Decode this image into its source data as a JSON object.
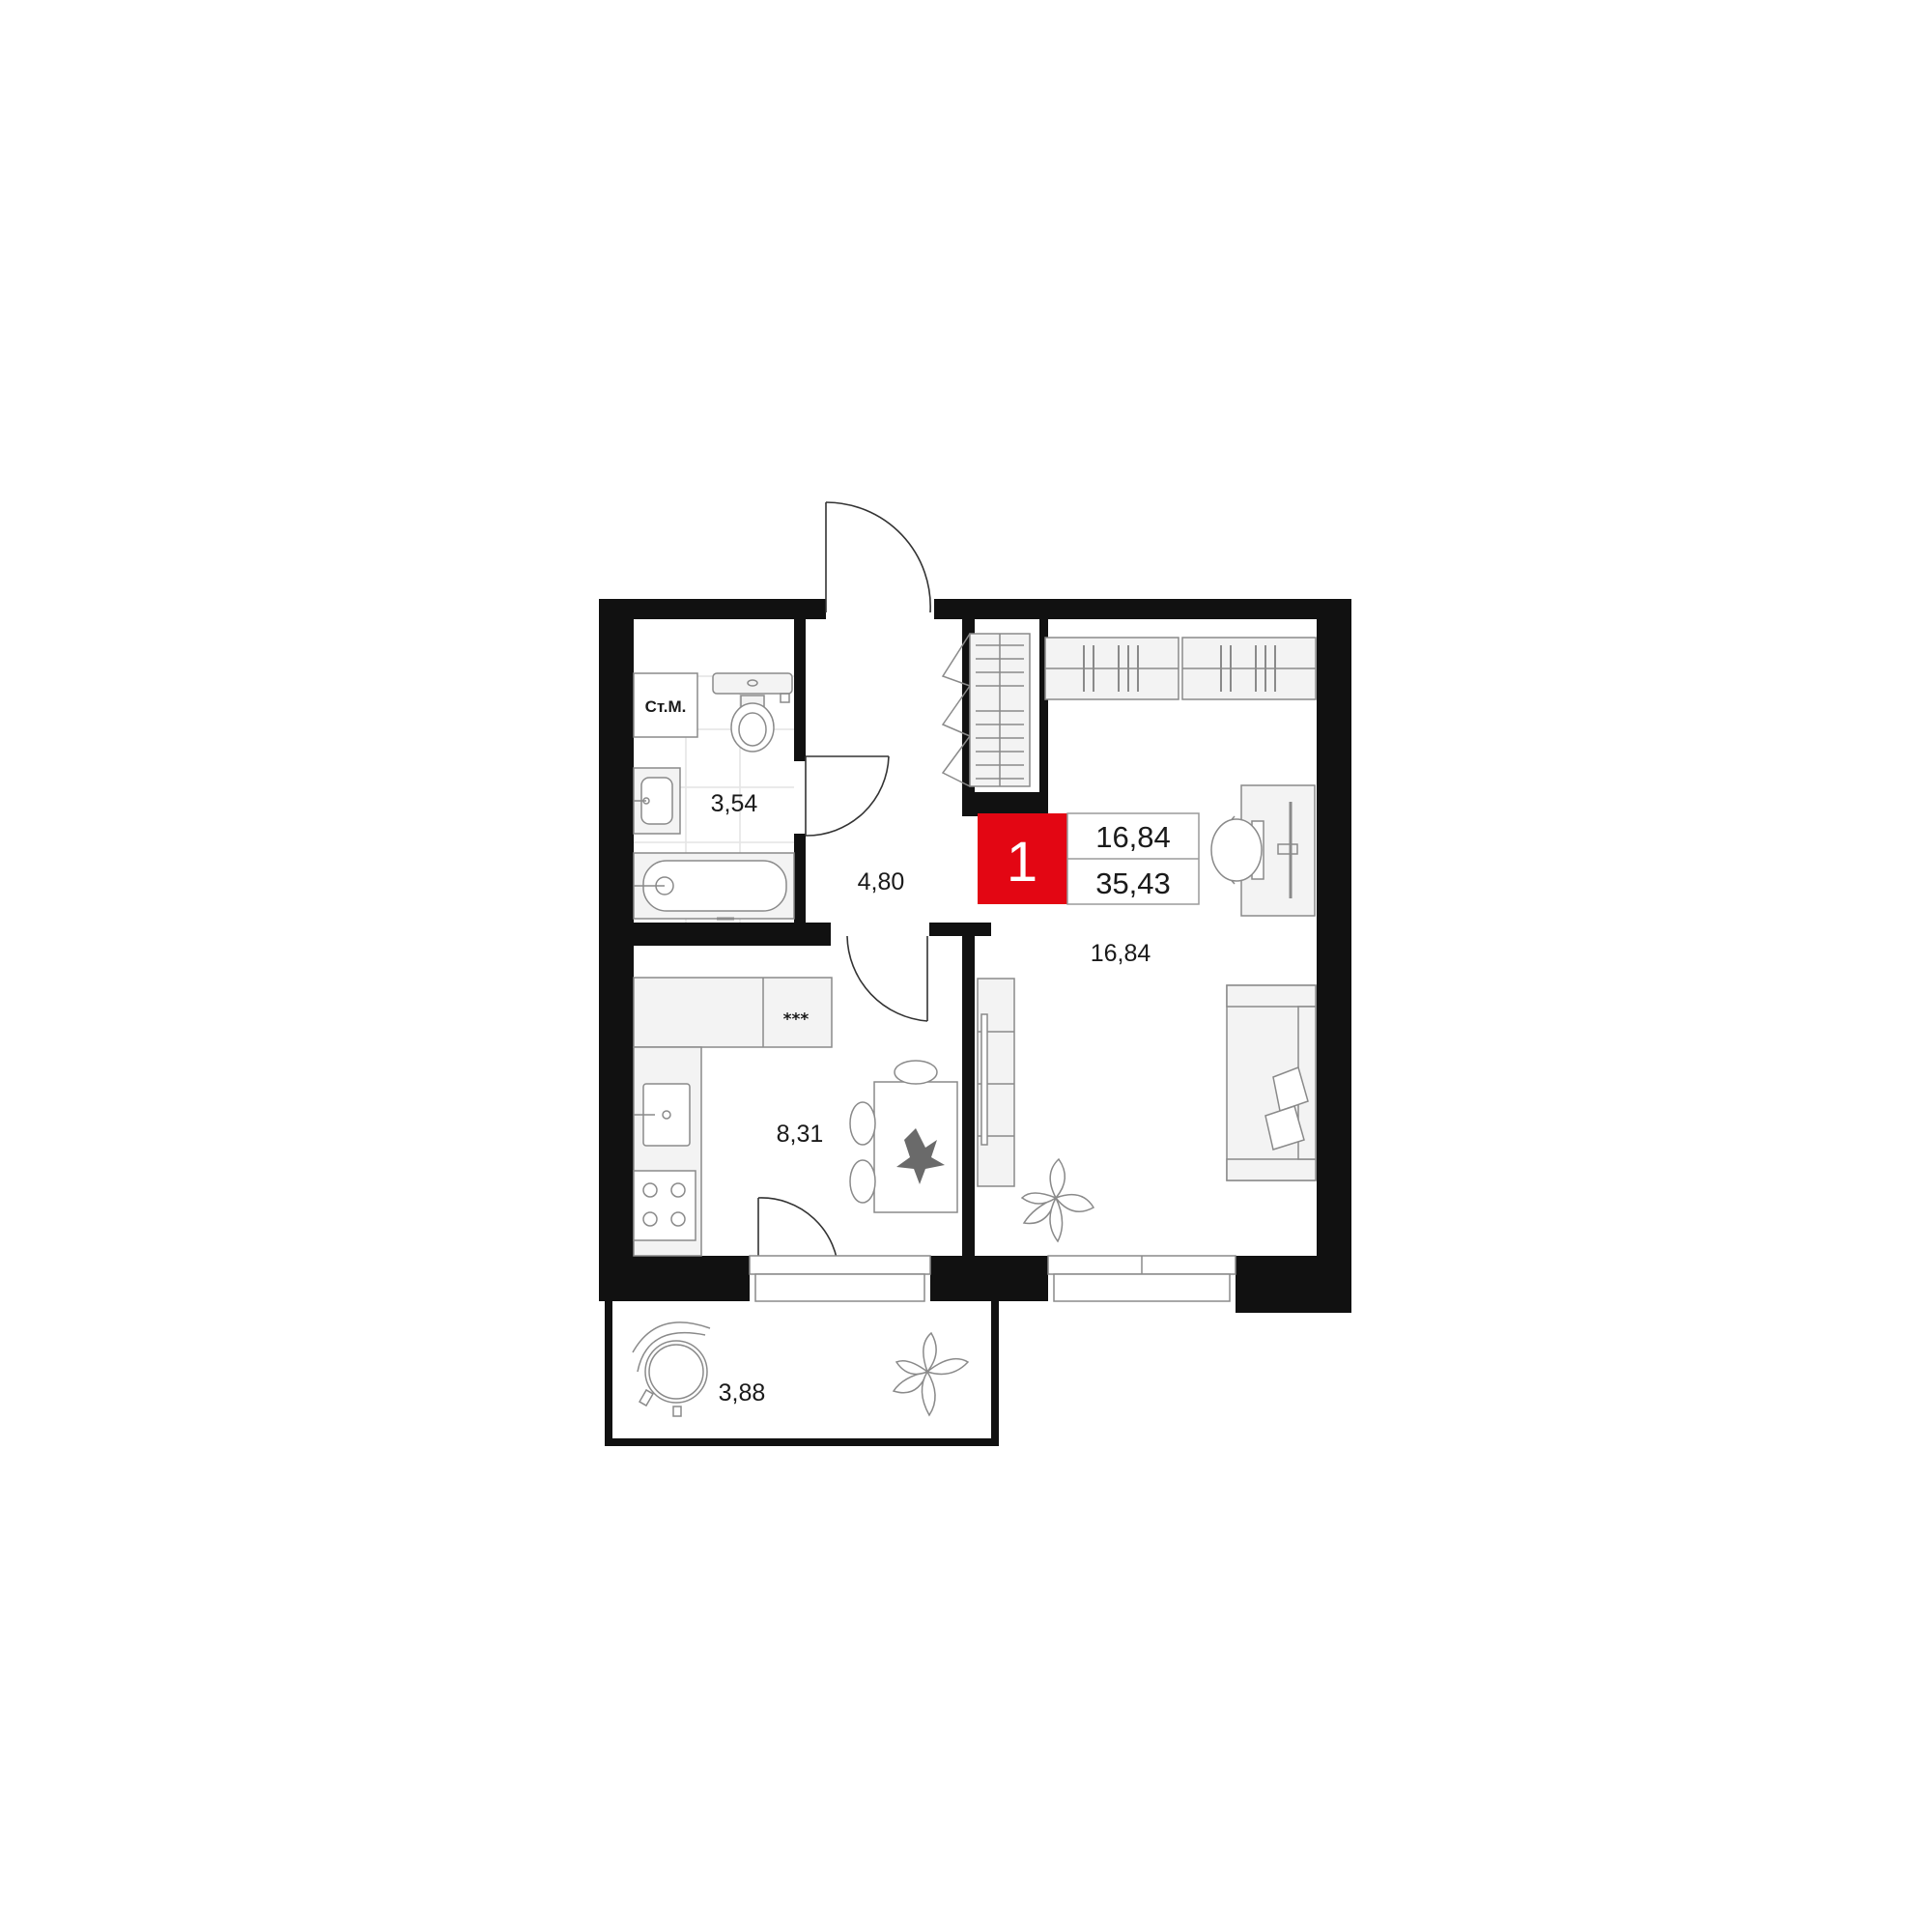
{
  "plan": {
    "rooms": [
      {
        "id": "bathroom",
        "area": "3,54"
      },
      {
        "id": "hallway",
        "area": "4,80"
      },
      {
        "id": "kitchen",
        "area": "8,31"
      },
      {
        "id": "living-room",
        "area": "16,84"
      },
      {
        "id": "balcony",
        "area": "3,88"
      }
    ],
    "washing_machine_label": "Ст.М.",
    "stove_symbol": "⁎⁎⁎"
  },
  "badge": {
    "rooms_count": "1",
    "living_area": "16,84",
    "total_area": "35,43",
    "accent_color": "#e30613"
  },
  "colors": {
    "wall": "#111111",
    "furniture_fill": "#f3f3f3",
    "furniture_stroke": "#8a8a8a"
  }
}
